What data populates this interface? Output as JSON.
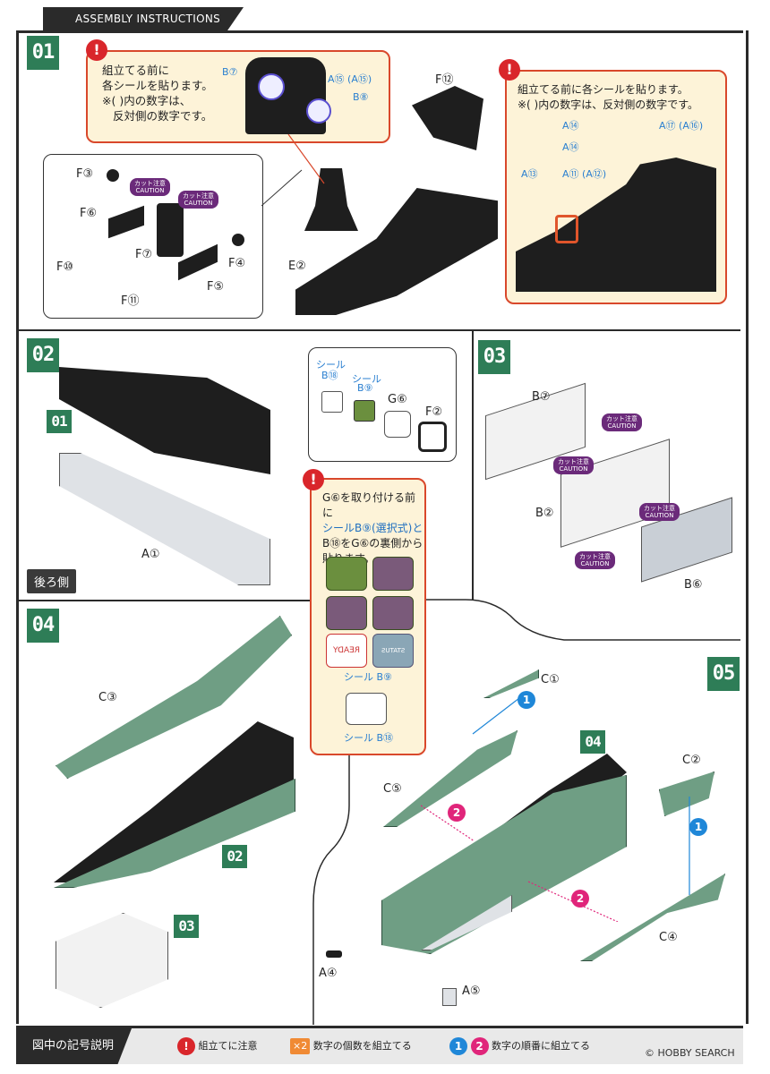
{
  "header": {
    "title": "ASSEMBLY INSTRUCTIONS"
  },
  "steps": {
    "s1": "01",
    "s2": "02",
    "s3": "03",
    "s4": "04",
    "s5": "05"
  },
  "step1": {
    "callout_left": {
      "line1": "組立てる前に",
      "line2": "各シールを貼ります。",
      "line3": "※( )内の数字は、",
      "line4": "反対側の数字です。"
    },
    "stickers_left": {
      "b7": "B⑦",
      "a15": "A⑮ (A⑮)",
      "b8": "B⑧"
    },
    "callout_right": {
      "line1": "組立てる前に各シールを貼ります。",
      "line2": "※( )内の数字は、反対側の数字です。"
    },
    "stickers_right": {
      "a14a": "A⑭",
      "a17": "A⑰ (A⑯)",
      "a14b": "A⑭",
      "a13": "A⑬",
      "a11": "A⑪ (A⑫)"
    },
    "parts": {
      "f3": "F③",
      "f6": "F⑥",
      "f7": "F⑦",
      "f4": "F④",
      "f5": "F⑤",
      "f10": "F⑩",
      "f11": "F⑪",
      "f12": "F⑫",
      "e2": "E②"
    },
    "caution": {
      "jp": "カット注意",
      "en": "CAUTION"
    }
  },
  "step2": {
    "ref": "01",
    "a1": "A①",
    "back_label": "後ろ側",
    "sub": {
      "seal1": "シール",
      "b18": "B⑱",
      "seal2": "シール",
      "b9": "B⑨",
      "g6": "G⑥",
      "f2": "F②"
    },
    "callout": {
      "line1": "G⑥を取り付ける前に",
      "line2": "シールB⑨(選択式)と",
      "line3": "B⑱をG⑥の裏側から",
      "line4": "貼ります。"
    },
    "sticker_label_b9": "シール B⑨",
    "sticker_label_b18": "シール B⑱",
    "sticker_texts": {
      "ready": "READY",
      "status": "STATUS"
    }
  },
  "step3": {
    "b7": "B⑦",
    "b2": "B②",
    "b6": "B⑥"
  },
  "step4": {
    "c3": "C③",
    "ref02": "02",
    "ref03": "03"
  },
  "step5": {
    "c1": "C①",
    "c5": "C⑤",
    "c2": "C②",
    "c4": "C④",
    "a4": "A④",
    "a5": "A⑤",
    "ref04": "04",
    "n1": "1",
    "n2": "2"
  },
  "footer": {
    "title": "図中の記号説明",
    "leg1": "組立てに注意",
    "x2": "×2",
    "leg2": "数字の個数を組立てる",
    "n1": "1",
    "n2": "2",
    "leg3": "数字の順番に組立てる"
  },
  "watermark": "© HOBBY SEARCH",
  "colors": {
    "accent_green": "#2e7d57",
    "warning_red": "#d9262b",
    "caution_purple": "#6b2a7a",
    "order_blue": "#1f87d8",
    "order_pink": "#e0257a"
  }
}
